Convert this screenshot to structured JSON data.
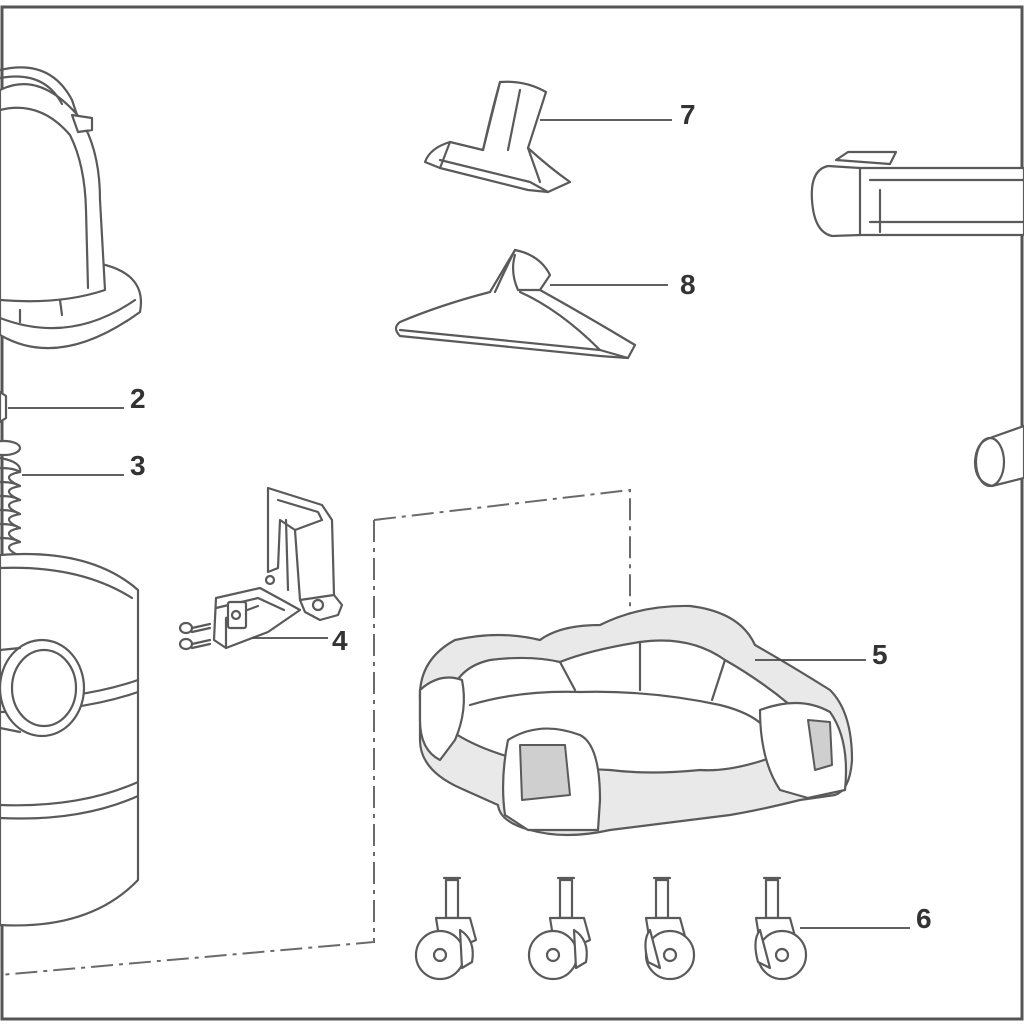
{
  "callouts": {
    "c2": "2",
    "c3": "3",
    "c4": "4",
    "c5": "5",
    "c6": "6",
    "c7": "7",
    "c8": "8"
  },
  "colors": {
    "line": "#5a5a5a",
    "background": "#ffffff",
    "frame": "#555555"
  }
}
